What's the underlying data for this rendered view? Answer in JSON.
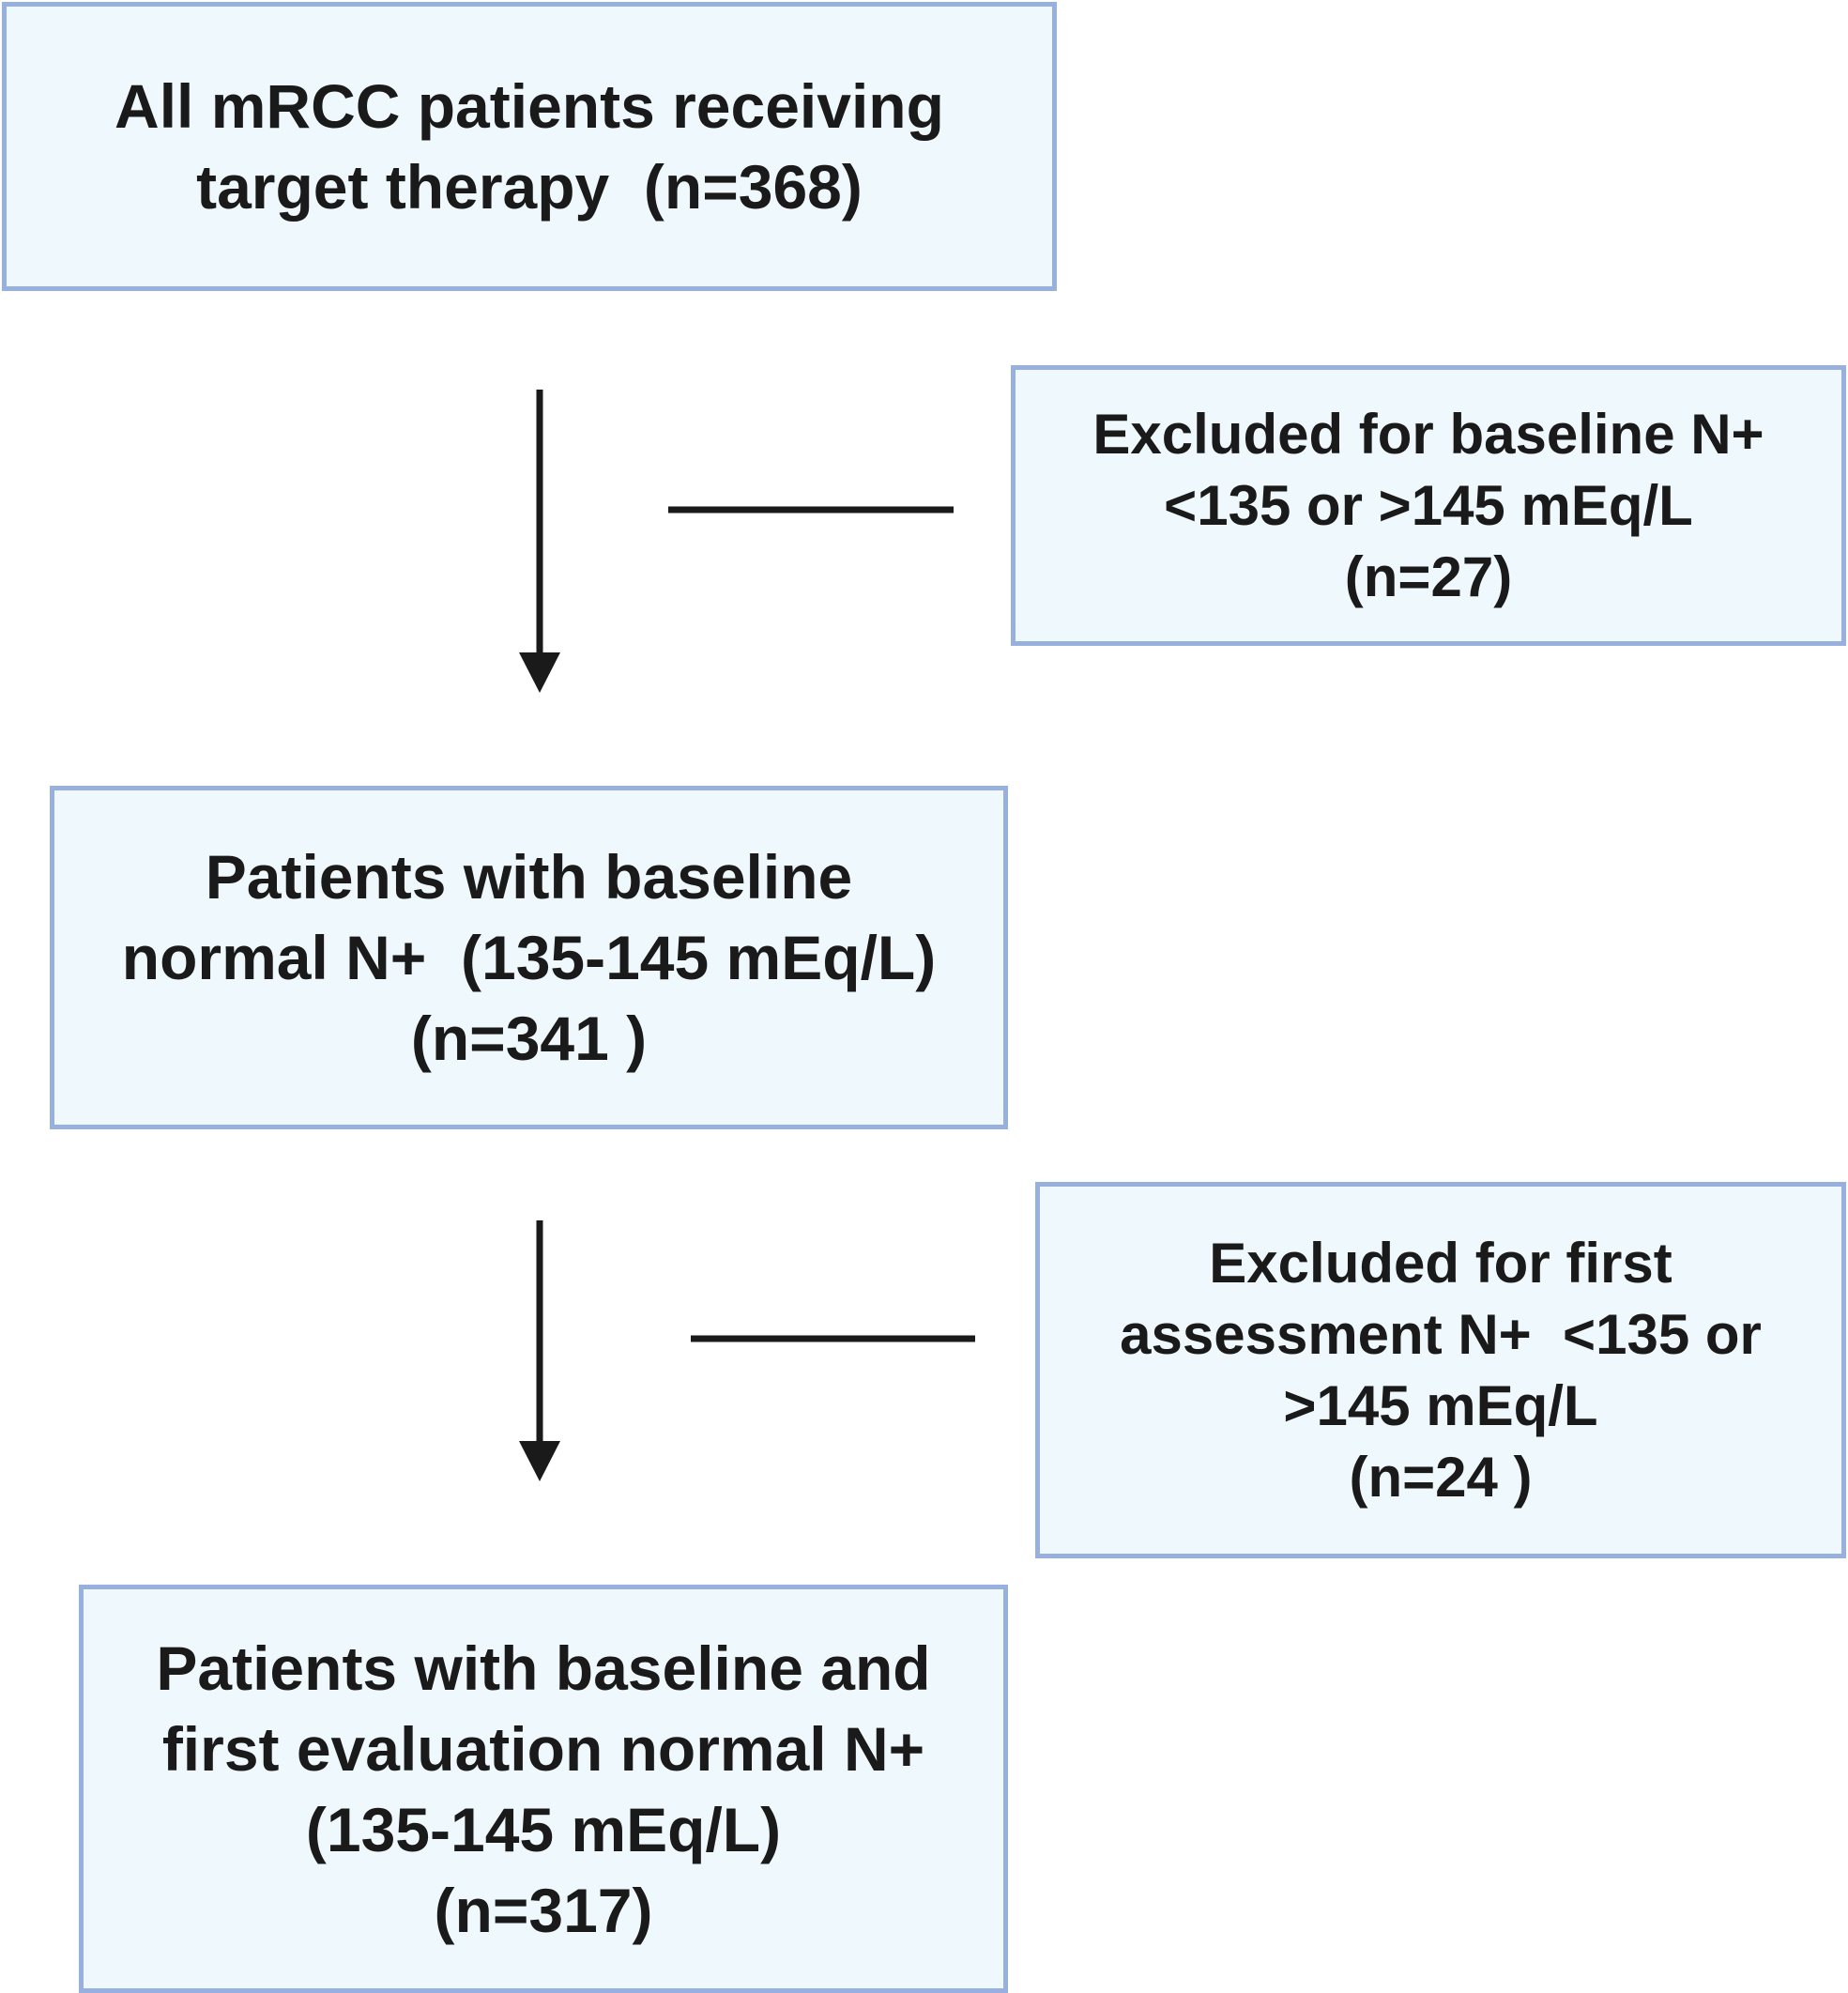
{
  "colors": {
    "box_fill": "#eff8fd",
    "box_border": "#97b0dd",
    "text": "#1a1a1a",
    "connector": "#1a1a1a"
  },
  "boxes": {
    "start": {
      "lines": [
        "All mRCC patients receiving",
        "target therapy  (n=368)"
      ]
    },
    "excluded_baseline": {
      "lines": [
        "Excluded for baseline N+",
        "<135 or >145 mEq/L",
        "(n=27)"
      ]
    },
    "baseline_normal": {
      "lines": [
        "Patients with baseline",
        "normal N+  (135-145 mEq/L)",
        "(n=341 )"
      ]
    },
    "excluded_first": {
      "lines": [
        "Excluded for first",
        "assessment N+  <135 or",
        ">145 mEq/L",
        "(n=24 )"
      ]
    },
    "final": {
      "lines": [
        "Patients with baseline and",
        "first evaluation normal N+",
        "(135-145 mEq/L)",
        "(n=317)"
      ]
    }
  },
  "edges": [
    {
      "from": "start",
      "to": "baseline_normal",
      "type": "arrow"
    },
    {
      "from": "start",
      "to": "excluded_baseline",
      "type": "line"
    },
    {
      "from": "baseline_normal",
      "to": "final",
      "type": "arrow"
    },
    {
      "from": "baseline_normal",
      "to": "excluded_first",
      "type": "line"
    }
  ]
}
